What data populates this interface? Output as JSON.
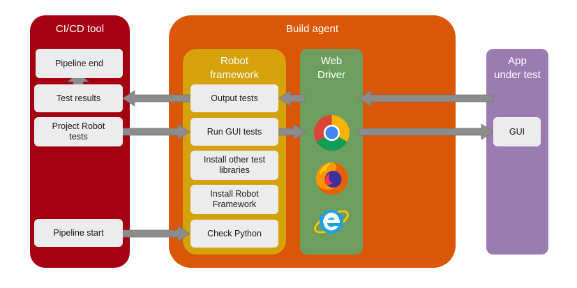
{
  "ci_panel": {
    "title": "CI/CD tool",
    "items": [
      "Pipeline end",
      "Test results",
      "Project Robot tests",
      "Pipeline start"
    ],
    "color": "#a50012"
  },
  "agent_panel": {
    "title": "Build agent",
    "color": "#d95706"
  },
  "robot_panel": {
    "title": "Robot framework",
    "items": [
      "Output tests",
      "Run GUI tests",
      "Install other test libraries",
      "Install Robot Framework",
      "Check Python"
    ],
    "color": "#d4a20b"
  },
  "webdriver_panel": {
    "title": "Web Driver",
    "browsers": [
      "chrome-icon",
      "firefox-icon",
      "ie-icon"
    ],
    "color": "#6d9e60"
  },
  "app_panel": {
    "title": "App under test",
    "items": [
      "GUI"
    ],
    "color": "#9c7bb1"
  },
  "arrow_color": "#8c8c8c"
}
